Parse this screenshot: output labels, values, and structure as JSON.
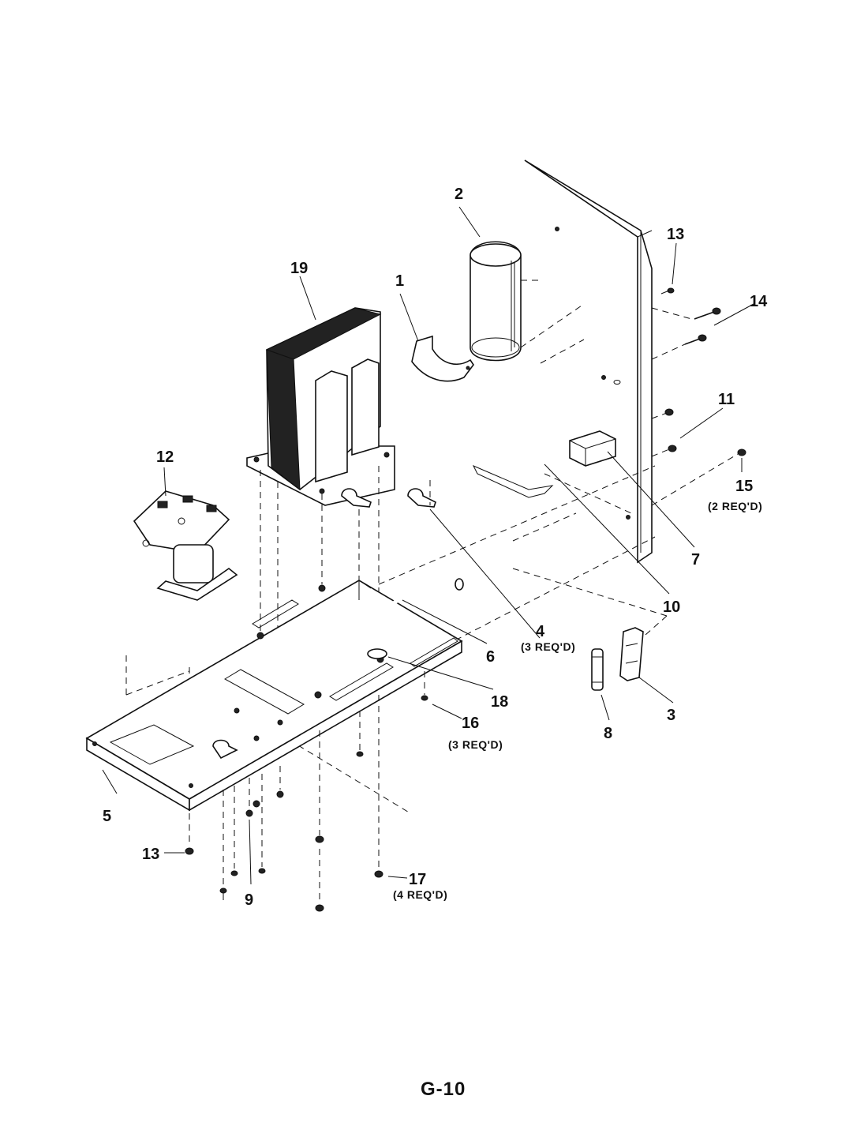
{
  "page": {
    "footer": "G-10"
  },
  "callouts": {
    "c1": "1",
    "c2": "2",
    "c3": "3",
    "c4": "4",
    "c4_note": "(3 REQ'D)",
    "c5": "5",
    "c6": "6",
    "c7": "7",
    "c8": "8",
    "c9": "9",
    "c10": "10",
    "c11": "11",
    "c12": "12",
    "c13a": "13",
    "c13b": "13",
    "c14": "14",
    "c15": "15",
    "c15_note": "(2 REQ'D)",
    "c16": "16",
    "c16_note": "(3 REQ'D)",
    "c17": "17",
    "c17_note": "(4 REQ'D)",
    "c18": "18",
    "c19": "19"
  }
}
